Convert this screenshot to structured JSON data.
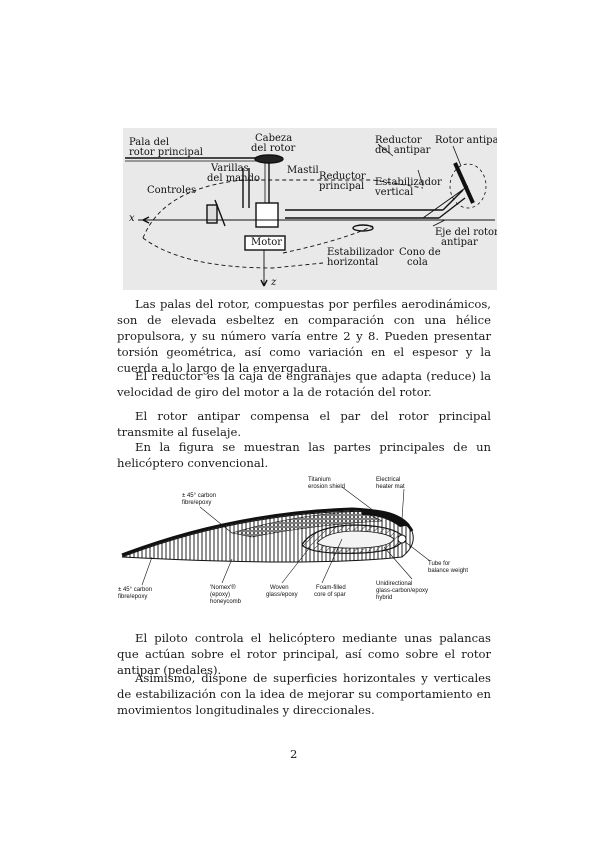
{
  "figure1": {
    "labels": {
      "pala": "Pala del",
      "pala2": "rotor principal",
      "cabeza": "Cabeza",
      "cabeza2": "del rotor",
      "varillas": "Varillas",
      "varillas2": "del mando",
      "mastil": "Mastil",
      "controles": "Controles",
      "reductor_p": "Reductor",
      "reductor_p2": "principal",
      "reductor_a": "Reductor",
      "reductor_a2": "del antipar",
      "rotor_antipar": "Rotor antipar",
      "estab_v": "Estabilizador",
      "estab_v2": "vertical",
      "eje": "Eje del rotor",
      "eje2": "antipar",
      "motor": "Motor",
      "estab_h": "Estabilizador",
      "estab_h2": "horizontal",
      "cono": "Cono de",
      "cono2": "cola",
      "x": "x",
      "z": "z"
    }
  },
  "paragraphs": {
    "p1": "Las palas del rotor, compuestas por perfiles aerodinámicos, son de elevada esbeltez en comparación con una hélice propulsora, y su número varía entre 2 y 8. Pueden presentar torsión geométrica, así como variación en el espesor y la cuerda a lo largo de la envergadura.",
    "p2": "El reductor es la caja de engranajes que adapta (reduce) la velocidad de giro del motor a la de rotación del rotor.",
    "p3": "El rotor antipar compensa el par del rotor principal transmite al fuselaje.",
    "p4": "En la figura se muestran las partes principales de un helicóptero convencional.",
    "p5": "El piloto controla el helicóptero mediante unas palancas que actúan sobre el rotor principal, así como sobre el rotor antipar (pedales).",
    "p6": "Asimismo, dispone de superficies horizontales y verticales de estabilización con la idea de mejorar su comportamiento en movimientos longitudinales y direccionales."
  },
  "figure2": {
    "labels": {
      "titanium": "Titanium",
      "titanium2": "erosion shield",
      "electrical": "Electrical",
      "electrical2": "heater mat",
      "carbon45": "± 45° carbon",
      "carbon45b": "fibre/epoxy",
      "tube": "Tube for",
      "tube2": "balance weight",
      "carbon45c": "± 45° carbon",
      "carbon45d": "fibre/epoxy",
      "nomex": "'Nomex'®",
      "nomex2": "(epoxy)",
      "nomex3": "honeycomb",
      "woven": "Woven",
      "woven2": "glass/epoxy",
      "foam": "Foam-filled",
      "foam2": "core of spar",
      "uni": "Unidirectional",
      "uni2": "glass-carbon/epoxy",
      "uni3": "hybrid"
    }
  },
  "page_number": "2"
}
